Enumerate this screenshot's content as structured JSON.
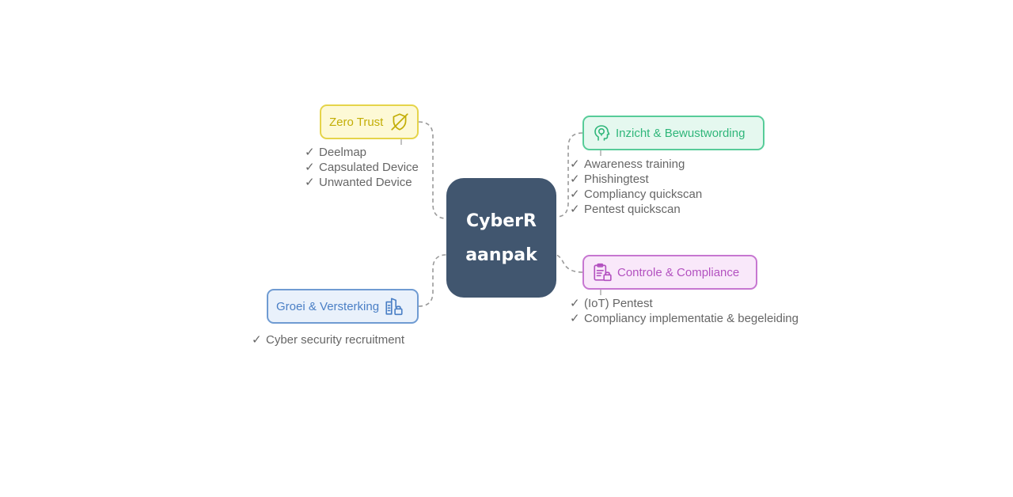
{
  "center": {
    "line1": "CyberR",
    "line2": "aanpak"
  },
  "branches": {
    "zero_trust": {
      "label": "Zero Trust",
      "icon": "shield-off-icon",
      "color": "#c3ae07",
      "items": [
        "Deelmap",
        "Capsulated Device",
        "Unwanted Device"
      ]
    },
    "inzicht": {
      "label": "Inzicht & Bewustwording",
      "icon": "head-lightbulb-icon",
      "color": "#2fb67a",
      "items": [
        "Awareness training",
        "Phishingtest",
        "Compliancy quickscan",
        "Pentest quickscan"
      ]
    },
    "controle": {
      "label": "Controle & Compliance",
      "icon": "clipboard-lock-icon",
      "color": "#b351c0",
      "items": [
        "(IoT) Pentest",
        "Compliancy implementatie & begeleiding"
      ]
    },
    "groei": {
      "label": "Groei & Versterking",
      "icon": "building-lock-icon",
      "color": "#4a7fc5",
      "items": [
        "Cyber security recruitment"
      ]
    }
  },
  "check_mark": "✓"
}
